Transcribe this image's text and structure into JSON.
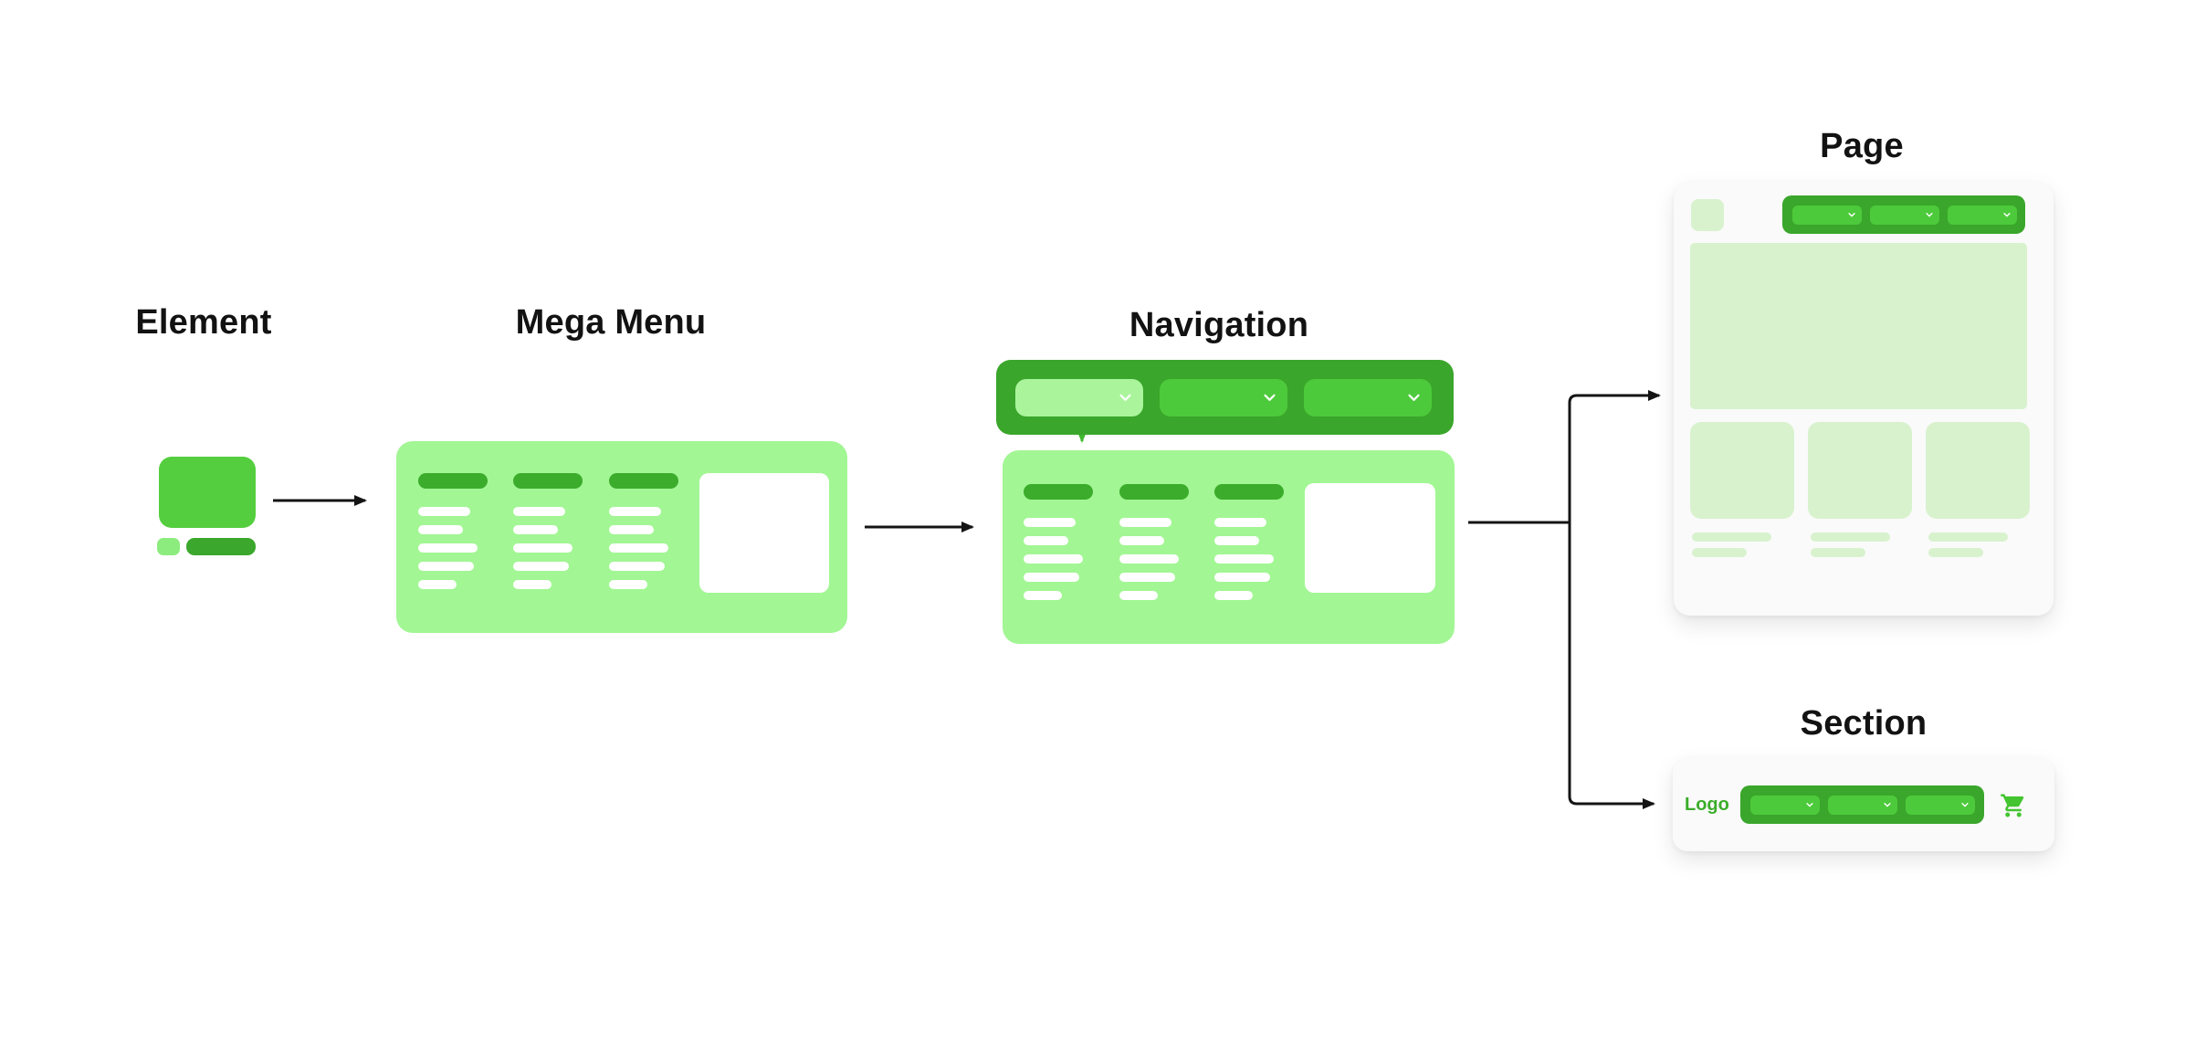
{
  "diagram": {
    "nodes": {
      "element": {
        "title": "Element"
      },
      "mega_menu": {
        "title": "Mega Menu"
      },
      "navigation": {
        "title": "Navigation"
      },
      "page": {
        "title": "Page"
      },
      "section": {
        "title": "Section"
      }
    },
    "section_card": {
      "logo_label": "Logo"
    },
    "icons": {
      "dropdown": "chevron-down-icon",
      "cart": "shopping-cart-icon"
    },
    "colors": {
      "element_bright_green": "#54CE3E",
      "element_light_green": "#8DEC7E",
      "heading_pill_green": "#3BAC2B",
      "menu_panel_green": "#A2F694",
      "navbar_green": "#3AA62B",
      "dropdown_green": "#4DCA3B",
      "dropdown_open_green": "#AAF59C",
      "pale_placeholder_green": "#D8F2CE",
      "logo_text_green": "#3BAD2A",
      "cart_green": "#44C431",
      "connector_black": "#141414",
      "connector_green": "#41B92F",
      "card_background": "#FAFAFA",
      "page_background": "#FFFFFF"
    }
  }
}
